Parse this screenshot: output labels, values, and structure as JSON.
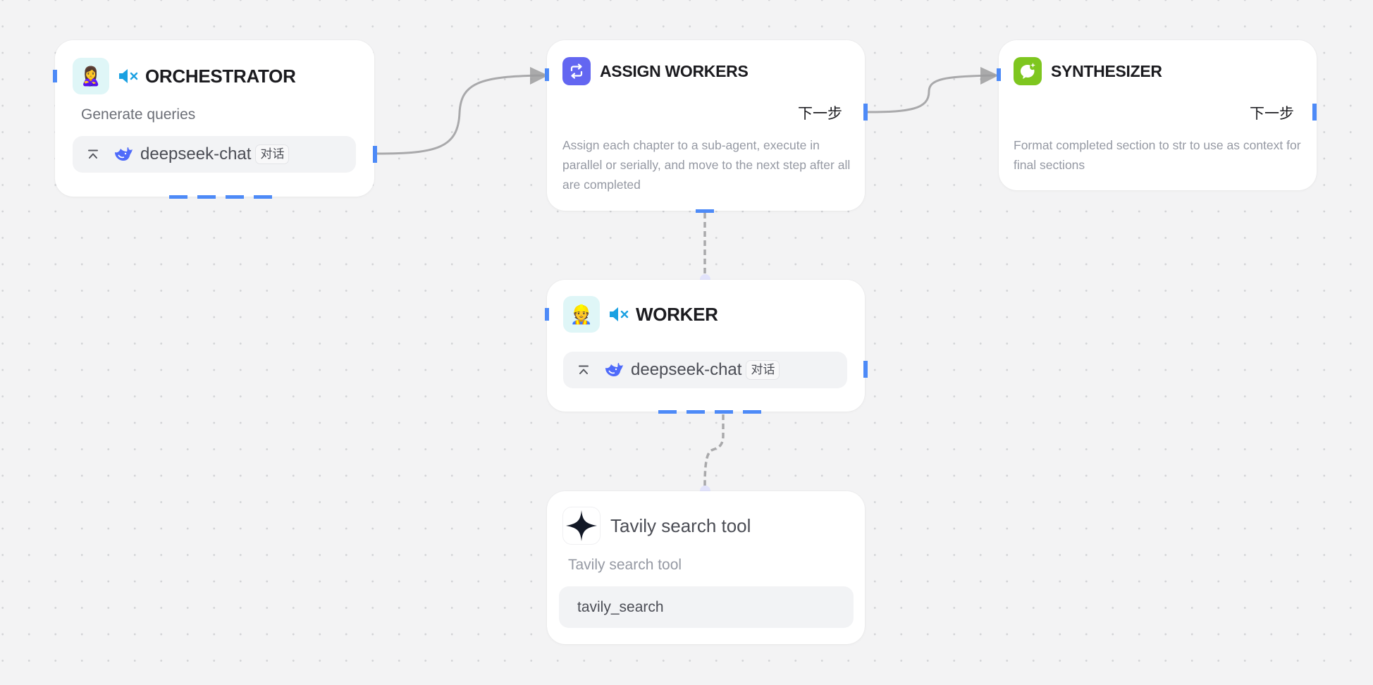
{
  "canvas": {
    "background": "#f3f3f4",
    "grid_dot_color": "#d2d3d6",
    "handle_color": "#4d8af7",
    "edge_color": "#a9a9ab"
  },
  "nodes": {
    "orchestrator": {
      "avatar": "🙎‍♀️",
      "avatar_name": "woman-office-worker-emoji",
      "mute_icon": "speaker-muted-icon",
      "title": "ORCHESTRATOR",
      "subtitle": "Generate queries",
      "model": {
        "collapse_icon": "collapse-up-icon",
        "provider_icon": "deepseek-whale-icon",
        "name": "deepseek-chat",
        "tag": "对话"
      }
    },
    "assign_workers": {
      "icon": "repeat-loop-icon",
      "icon_color": "#6366f1",
      "title": "ASSIGN WORKERS",
      "next_step": "下一步",
      "description": "Assign each chapter to a sub-agent, execute in parallel or serially, and move to the next step after all are completed"
    },
    "synthesizer": {
      "icon": "chat-bubble-sparkle-icon",
      "icon_color": "#7ec61f",
      "title": "SYNTHESIZER",
      "next_step": "下一步",
      "description": "Format completed section to str to use as context for final sections"
    },
    "worker": {
      "avatar": "👷",
      "avatar_name": "construction-worker-emoji",
      "mute_icon": "speaker-muted-icon",
      "title": "WORKER",
      "model": {
        "collapse_icon": "collapse-up-icon",
        "provider_icon": "deepseek-whale-icon",
        "name": "deepseek-chat",
        "tag": "对话"
      }
    },
    "tavily": {
      "icon": "four-point-star-icon",
      "title": "Tavily search tool",
      "subtitle": "Tavily search tool",
      "tool_name": "tavily_search"
    }
  },
  "edges": [
    {
      "from": "orchestrator",
      "to": "assign_workers",
      "style": "solid",
      "arrow": true
    },
    {
      "from": "assign_workers",
      "to": "synthesizer",
      "style": "solid",
      "arrow": true
    },
    {
      "from": "assign_workers",
      "to": "worker",
      "style": "dashed",
      "arrow": false
    },
    {
      "from": "worker",
      "to": "tavily",
      "style": "dashed",
      "arrow": false
    }
  ]
}
